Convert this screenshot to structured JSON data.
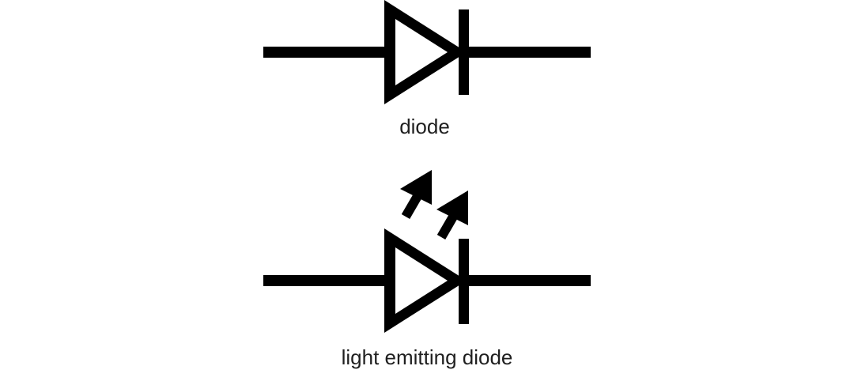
{
  "diagram": {
    "background": "#ffffff",
    "stroke_color": "#000000",
    "text_color": "#1f1f1f",
    "symbols": [
      {
        "id": "diode",
        "label": "diode",
        "icon": "diode-symbol",
        "components": [
          "anode-lead",
          "triangle",
          "cathode-bar",
          "cathode-lead"
        ]
      },
      {
        "id": "led",
        "label": "light emitting diode",
        "icon": "led-symbol",
        "components": [
          "anode-lead",
          "triangle",
          "cathode-bar",
          "cathode-lead",
          "emission-arrow",
          "emission-arrow"
        ]
      }
    ]
  }
}
